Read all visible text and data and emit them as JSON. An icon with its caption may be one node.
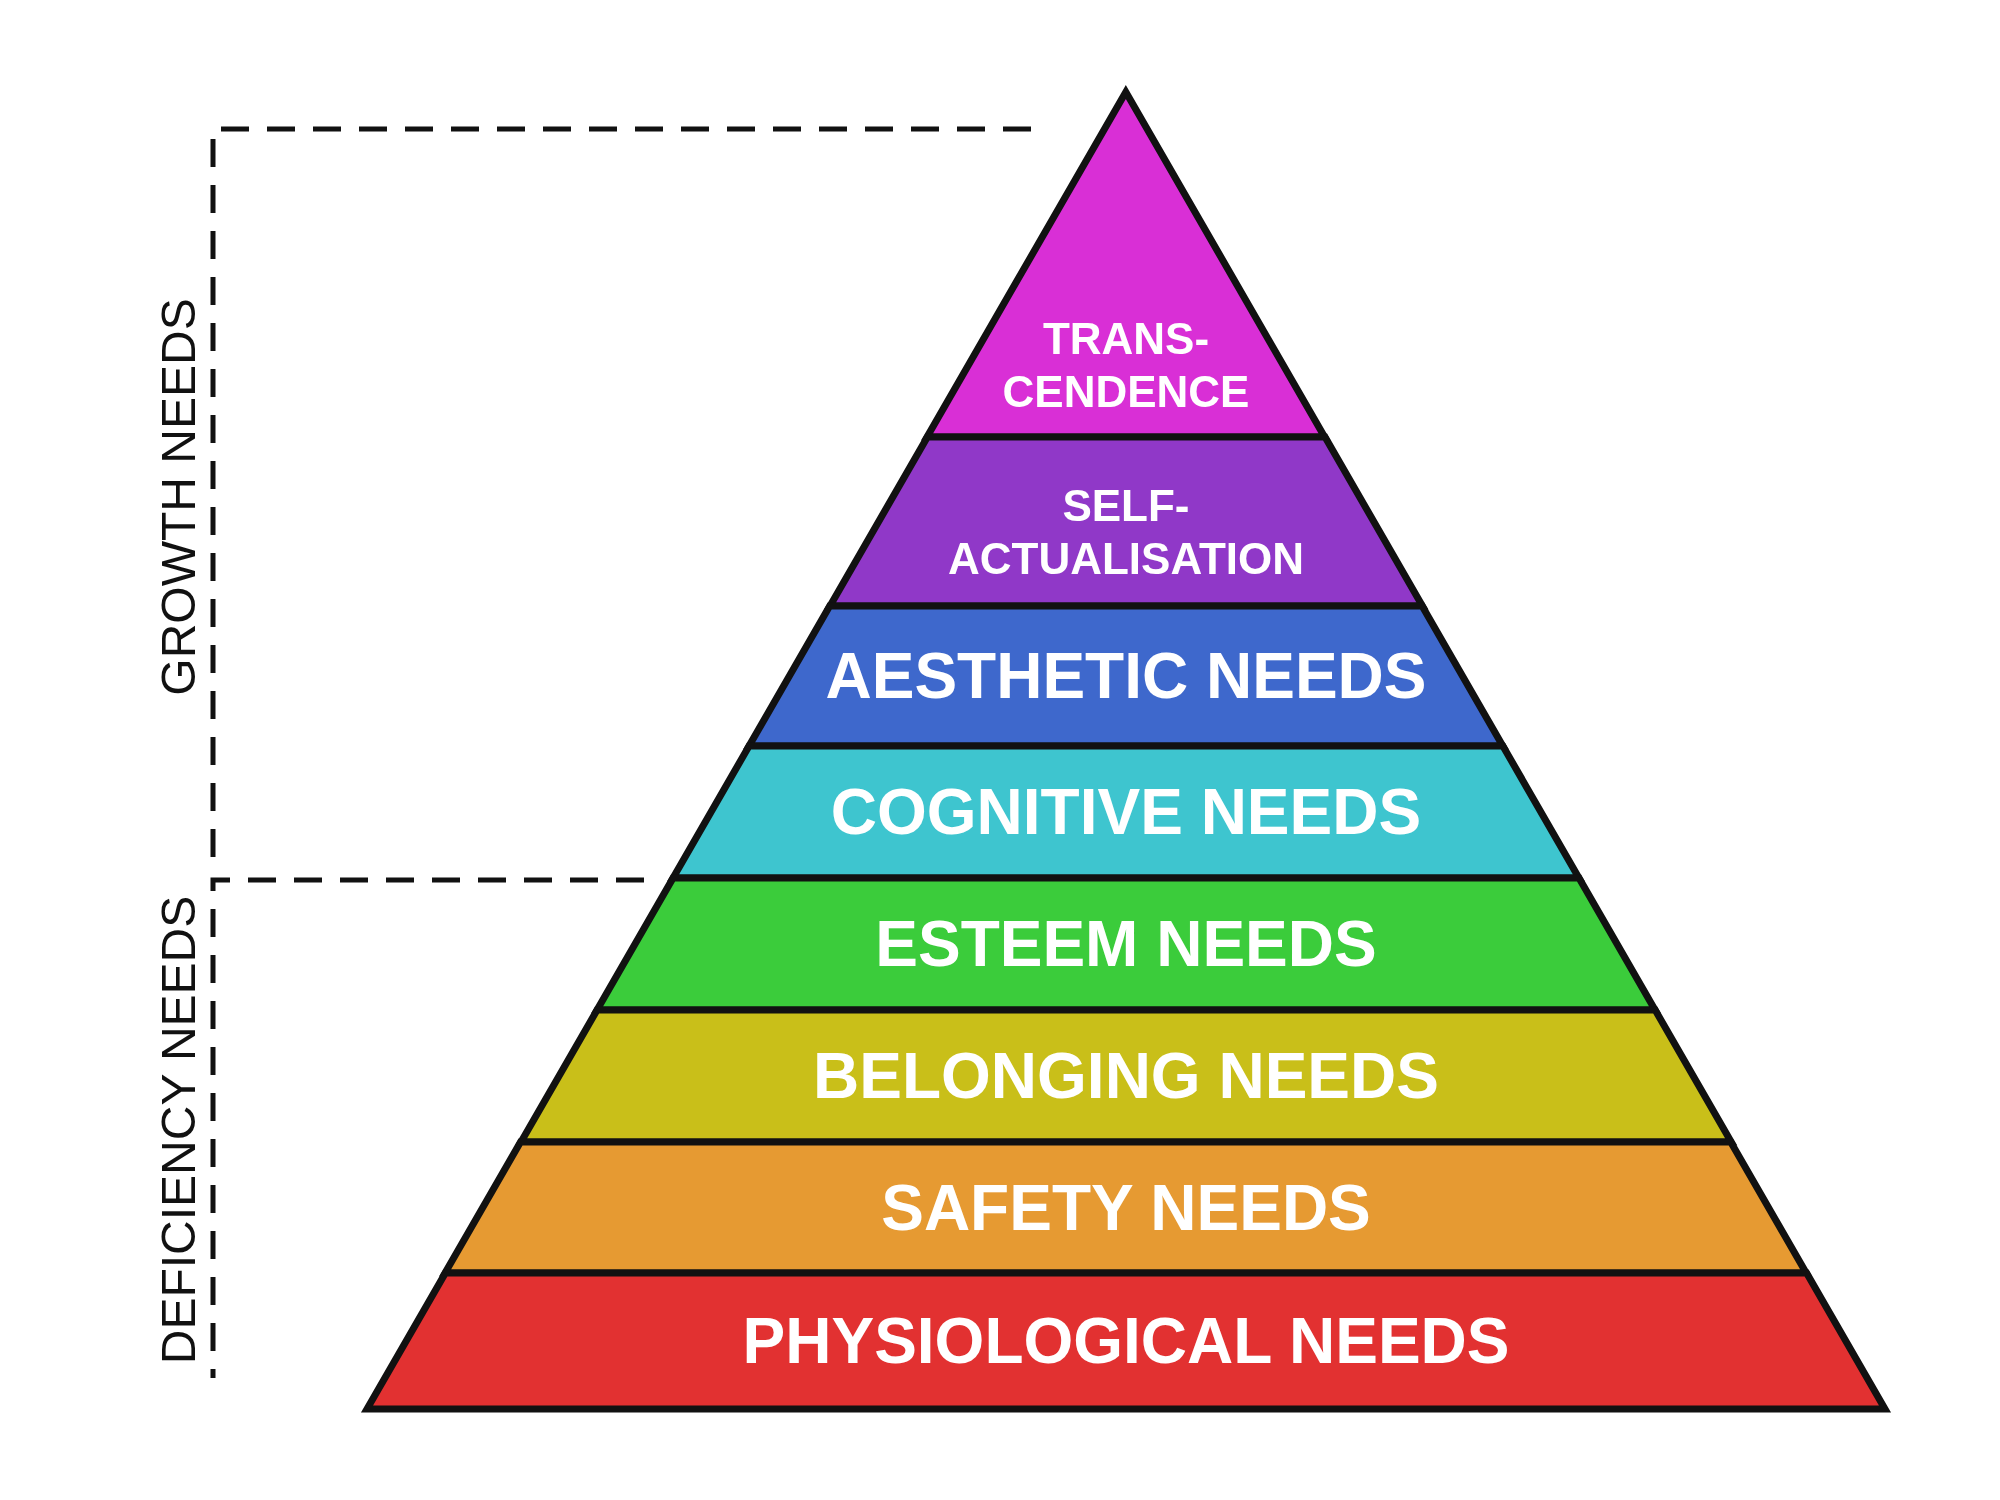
{
  "diagram": {
    "nodes": [
      {
        "text": [
          "TRANS- CENDENCE"
        ]
      },
      {
        "text": [
          "SELF- ACTUALISATION"
        ]
      },
      {
        "text": [
          "AESTHETIC NEEDS"
        ]
      },
      {
        "text": [
          "COGNITIVE NEEDS"
        ]
      },
      {
        "text": [
          "ESTEEM NEEDS"
        ]
      },
      {
        "text": [
          "BELONGING NEEDS"
        ]
      },
      {
        "text": [
          "SAFETY NEEDS"
        ]
      },
      {
        "text": [
          "PHYSIOLOGICAL NEEDS"
        ]
      }
    ],
    "edges": [],
    "labels": [
      "GROWTH NEEDS",
      "DEFICIENCY NEEDS"
    ]
  }
}
